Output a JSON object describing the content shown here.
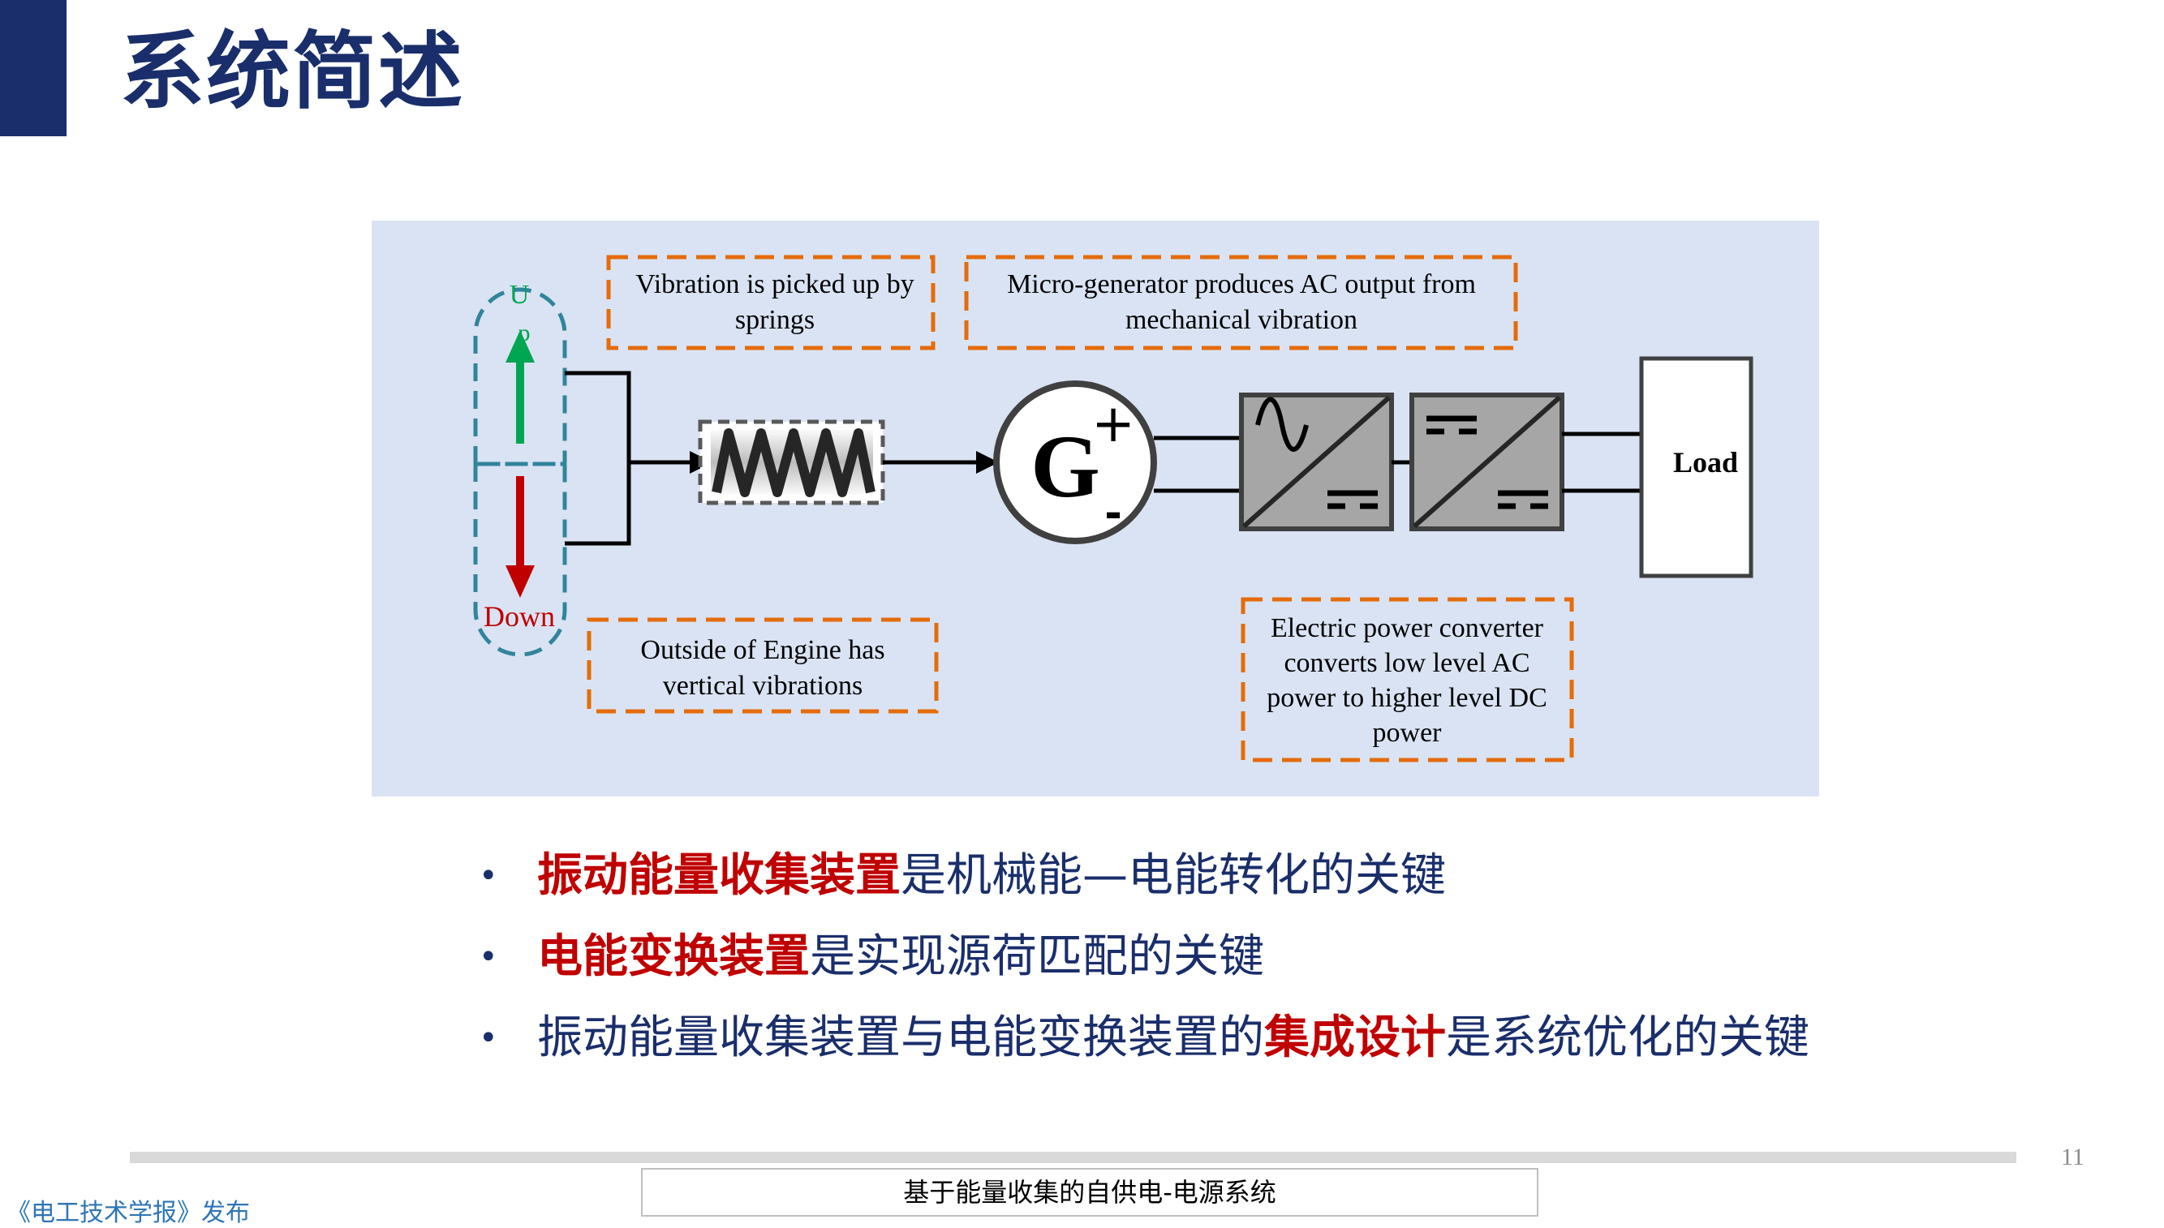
{
  "title": "系统简述",
  "diagram": {
    "label_up": "U",
    "label_p": "p",
    "label_down": "Down",
    "generator_symbol": "G",
    "generator_plus": "+",
    "generator_minus": "-",
    "load_label": "Load",
    "note_springs_1": "Vibration is picked up by",
    "note_springs_2": "springs",
    "note_generator_1": "Micro-generator produces AC output from",
    "note_generator_2": "mechanical vibration",
    "note_engine_1": "Outside of Engine has",
    "note_engine_2": "vertical vibrations",
    "note_converter_1": "Electric power converter",
    "note_converter_2": "converts low level AC",
    "note_converter_3": "power to higher level DC",
    "note_converter_4": "power",
    "colors": {
      "up_arrow": "#00a651",
      "down_arrow": "#c00000",
      "callout_border": "#e46c0a",
      "ellipse_border": "#31849b",
      "converter_fill": "#a6a6a6",
      "panel_bg": "#dae3f3"
    }
  },
  "bullets": [
    {
      "highlight": "振动能量收集装置",
      "rest": "是机械能—电能转化的关键"
    },
    {
      "highlight": "电能变换装置",
      "rest": "是实现源荷匹配的关键"
    },
    {
      "prefix": "振动能量收集装置与电能变换装置的",
      "highlight": "集成设计",
      "rest": "是系统优化的关键"
    }
  ],
  "bullet_symbol": "•",
  "page_number": "11",
  "footer_title": "基于能量收集的自供电-电源系统",
  "source": "《电工技术学报》发布"
}
